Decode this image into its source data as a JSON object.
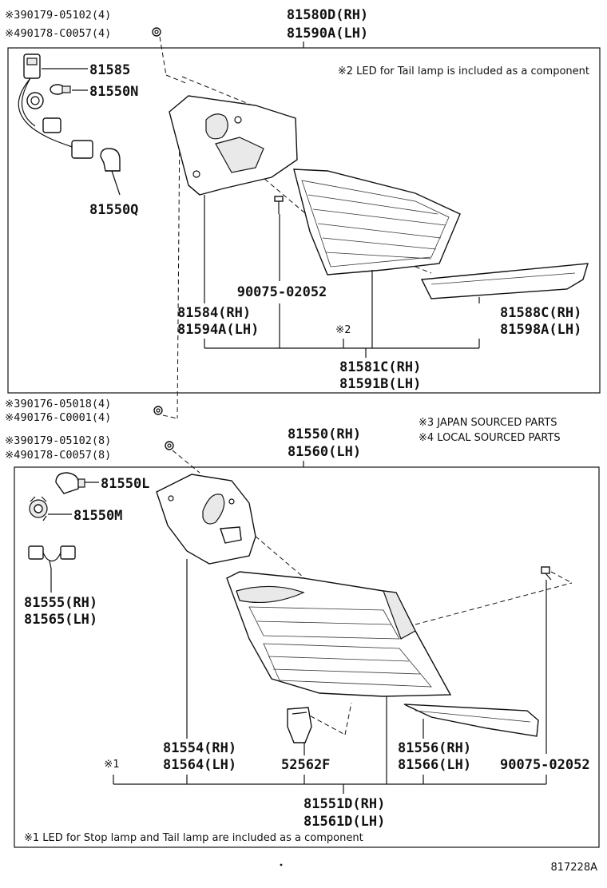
{
  "top": {
    "header_rh": "81580D(RH)",
    "header_lh": "81590A(LH)",
    "note": "※2 LED for Tail lamp is included as a component",
    "bolt_a": "※390179-05102(4)",
    "bolt_b": "※490178-C0057(4)",
    "p81585": "81585",
    "p81550N": "81550N",
    "p81550Q": "81550Q",
    "screw": "90075-02052",
    "p81584": "81584(RH)",
    "p81594A": "81594A(LH)",
    "mark2": "※2",
    "p81588C": "81588C(RH)",
    "p81598A": "81598A(LH)",
    "p81581C": "81581C(RH)",
    "p81591B": "81591B(LH)"
  },
  "middle": {
    "bolt_c": "※390176-05018(4)",
    "bolt_d": "※490176-C0001(4)",
    "bolt_e": "※390179-05102(8)",
    "bolt_f": "※490178-C0057(8)",
    "note3": "※3 JAPAN SOURCED PARTS",
    "note4": "※4 LOCAL SOURCED PARTS",
    "header_rh": "81550(RH)",
    "header_lh": "81560(LH)"
  },
  "bottom": {
    "p81550L": "81550L",
    "p81550M": "81550M",
    "p81555": "81555(RH)",
    "p81565": "81565(LH)",
    "p81554": "81554(RH)",
    "p81564": "81564(LH)",
    "p52562F": "52562F",
    "p81556": "81556(RH)",
    "p81566": "81566(LH)",
    "screw": "90075-02052",
    "mark1": "※1",
    "p81551D": "81551D(RH)",
    "p81561D": "81561D(LH)",
    "note": "※1 LED for Stop lamp and Tail lamp are included as a component"
  },
  "figure_id": "817228A"
}
